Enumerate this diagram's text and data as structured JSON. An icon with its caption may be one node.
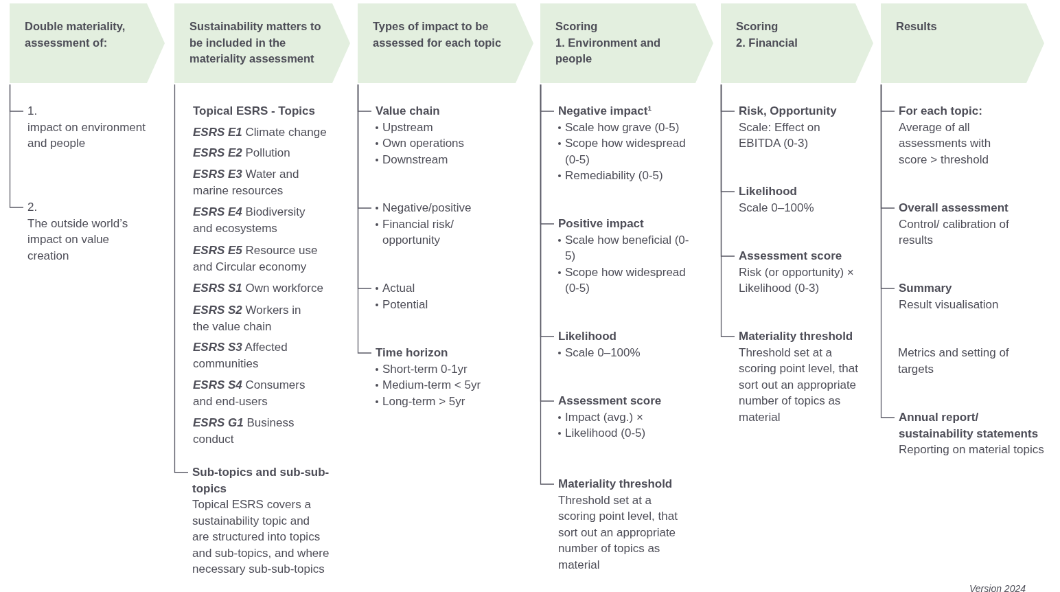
{
  "diagram": {
    "nodes": [
      {
        "text": [
          "Double materiality, assessment of:"
        ]
      },
      {
        "text": [
          "Sustainability matters to be included in the materiality assessment"
        ]
      },
      {
        "text": [
          "Types of impact to be assessed for each topic"
        ]
      },
      {
        "text": [
          "Scoring",
          "1. Environment and people"
        ]
      },
      {
        "text": [
          "Scoring",
          "2. Financial"
        ]
      },
      {
        "text": [
          "Results"
        ]
      },
      {
        "text": [
          "1.",
          "impact on environment and people"
        ]
      },
      {
        "text": [
          "2.",
          "The outside world’s impact on value creation"
        ]
      },
      {
        "text": [
          "Sub-topics and sub-sub-topics",
          "Topical ESRS covers a sustainability topic and are structured into topics and sub-topics, and where necessary sub-sub-topics"
        ]
      },
      {
        "text": [
          "Value chain",
          "Upstream",
          "Own operations",
          "Downstream"
        ]
      },
      {
        "text": [
          "Negative/positive",
          "Financial risk/ opportunity"
        ]
      },
      {
        "text": [
          "Actual",
          "Potential"
        ]
      },
      {
        "text": [
          "Time horizon",
          "Short-term 0-1yr",
          "Medium-term < 5yr",
          "Long-term > 5yr"
        ]
      },
      {
        "text": [
          "Negative impact¹",
          "Scale how grave (0-5)",
          "Scope how widespread (0-5)",
          "Remediability (0-5)"
        ]
      },
      {
        "text": [
          "Positive impact",
          "Scale how beneficial (0-5)",
          "Scope how widespread (0-5)"
        ]
      },
      {
        "text": [
          "Likelihood",
          "Scale 0–100%"
        ]
      },
      {
        "text": [
          "Assessment score",
          "Impact (avg.) ×",
          "Likelihood (0-5)"
        ]
      },
      {
        "text": [
          "Materiality threshold",
          "Threshold set at a scoring point level, that sort out an appropriate number of topics as material"
        ]
      },
      {
        "text": [
          "Risk, Opportunity",
          "Scale: Effect on EBITDA (0-3)"
        ]
      },
      {
        "text": [
          "Likelihood",
          "Scale 0–100%"
        ]
      },
      {
        "text": [
          "Assessment score",
          "Risk (or opportunity) × Likelihood  (0-3)"
        ]
      },
      {
        "text": [
          "Materiality threshold",
          "Threshold set at a scoring point level, that sort out an appropriate number of topics as material"
        ]
      },
      {
        "text": [
          "For each topic:",
          "Average of all assessments with score > threshold"
        ]
      },
      {
        "text": [
          "Overall assessment",
          "Control/ calibration of results"
        ]
      },
      {
        "text": [
          "Summary",
          "Result visualisation"
        ]
      },
      {
        "text": [
          "Annual report/ sustainability statements",
          "Reporting on material topics"
        ]
      }
    ],
    "edges": [
      {
        "from": 0,
        "to": 6,
        "arrow": "none"
      },
      {
        "from": 0,
        "to": 7,
        "arrow": "none"
      },
      {
        "from": 1,
        "to": 8,
        "arrow": "none"
      },
      {
        "from": 2,
        "to": 9,
        "arrow": "none"
      },
      {
        "from": 2,
        "to": 10,
        "arrow": "none"
      },
      {
        "from": 2,
        "to": 11,
        "arrow": "none"
      },
      {
        "from": 2,
        "to": 12,
        "arrow": "none"
      },
      {
        "from": 3,
        "to": 13,
        "arrow": "none"
      },
      {
        "from": 3,
        "to": 14,
        "arrow": "none"
      },
      {
        "from": 3,
        "to": 15,
        "arrow": "none"
      },
      {
        "from": 3,
        "to": 16,
        "arrow": "none"
      },
      {
        "from": 3,
        "to": 17,
        "arrow": "none"
      },
      {
        "from": 4,
        "to": 18,
        "arrow": "none"
      },
      {
        "from": 4,
        "to": 19,
        "arrow": "none"
      },
      {
        "from": 4,
        "to": 20,
        "arrow": "none"
      },
      {
        "from": 4,
        "to": 21,
        "arrow": "none"
      },
      {
        "from": 5,
        "to": 22,
        "arrow": "none"
      },
      {
        "from": 5,
        "to": 23,
        "arrow": "none"
      },
      {
        "from": 5,
        "to": 24,
        "arrow": "none"
      },
      {
        "from": 5,
        "to": 25,
        "arrow": "none"
      }
    ],
    "labels": [
      "Topical ESRS - Topics",
      "**ESRS E1** Climate change",
      "**ESRS E2** Pollution",
      "**ESRS E3** Water and marine resources",
      "**ESRS E4** Biodiversity and ecosystems",
      "**ESRS E5** Resource use and Circular economy",
      "**ESRS S1** Own workforce",
      "**ESRS S2** Workers in the value chain",
      "**ESRS S3** Affected communities",
      "**ESRS S4** Consumers and end-users",
      "**ESRS G1** Business conduct",
      "Metrics and setting of targets",
      "Version 2024"
    ]
  }
}
